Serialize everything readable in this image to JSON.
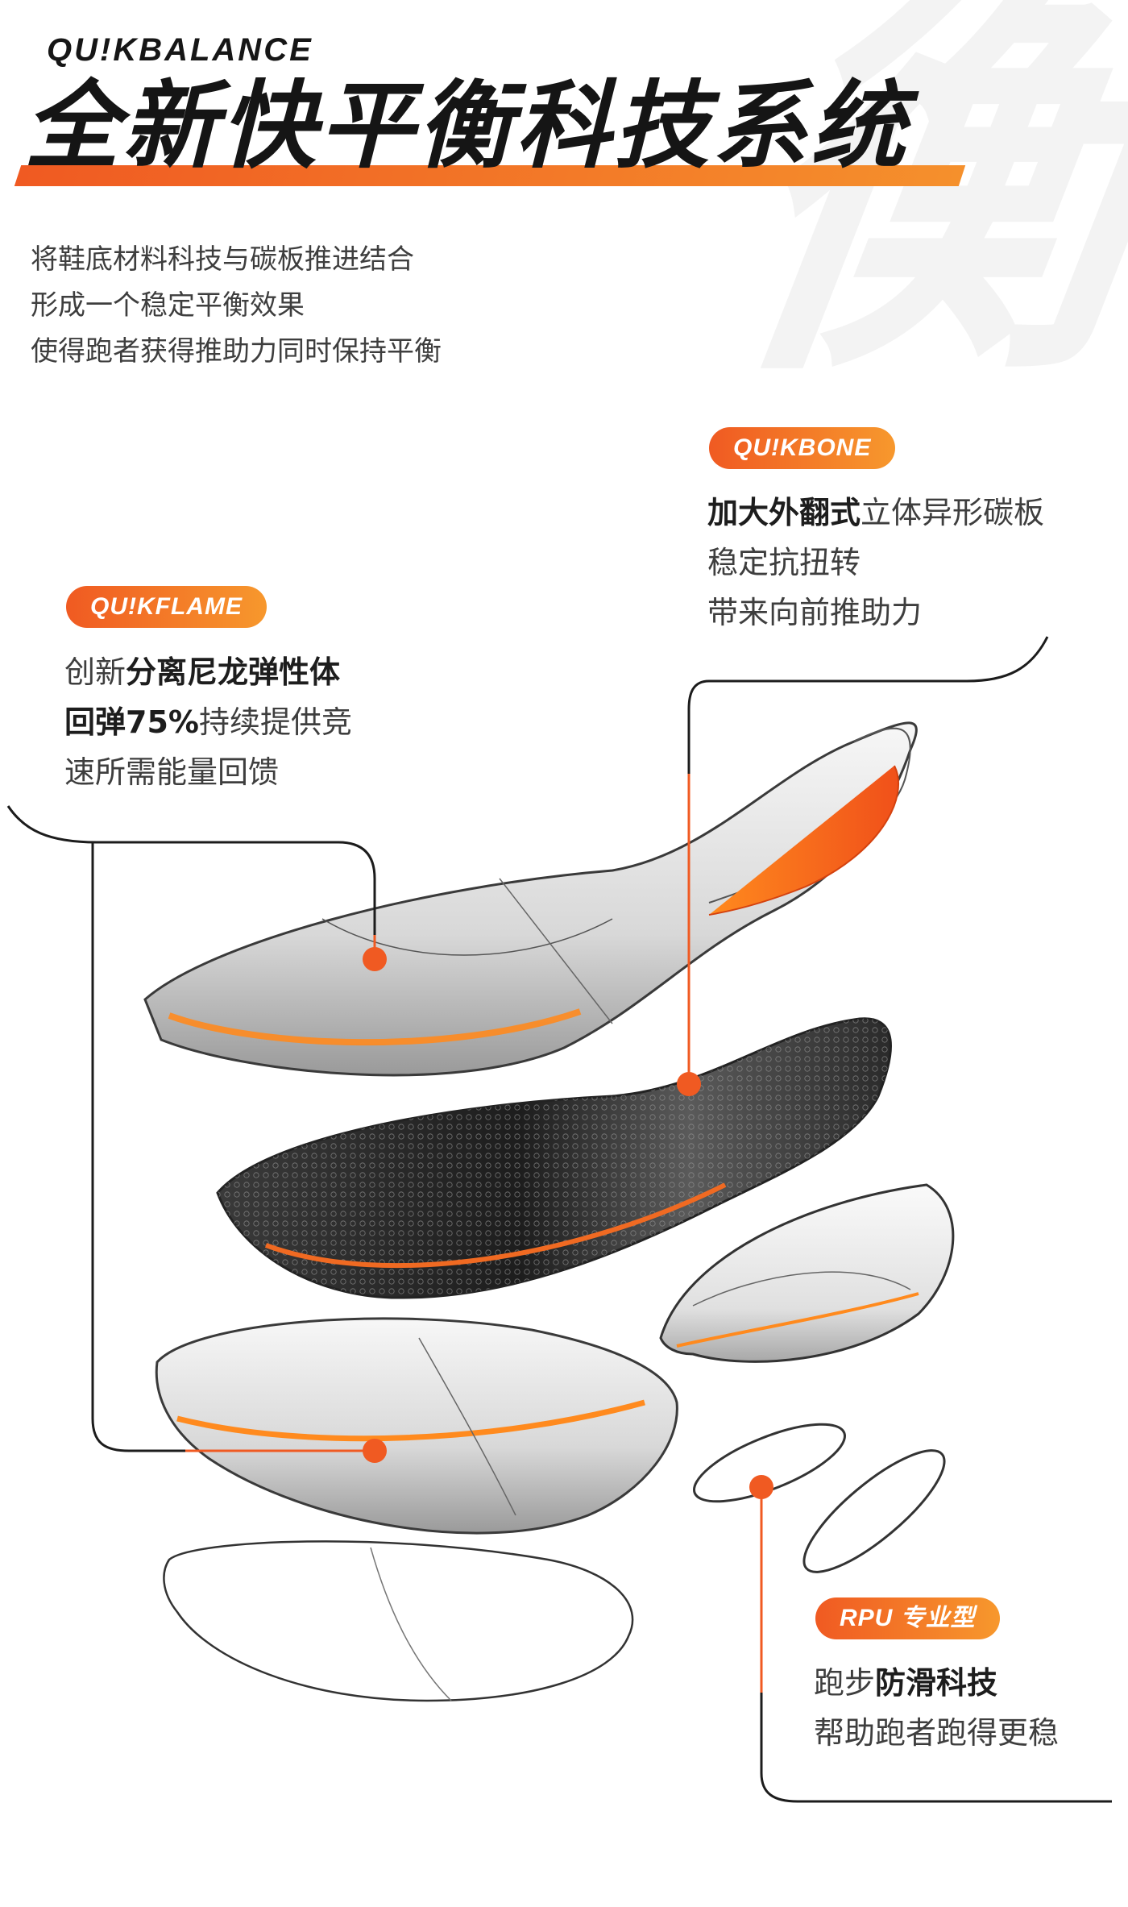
{
  "brand": {
    "logo_text": "QU!KBALANCE"
  },
  "headline": "全新快平衡科技系统",
  "intro": [
    "将鞋底材料科技与碳板推进结合",
    "形成一个稳定平衡效果",
    "使得跑者获得推助力同时保持平衡"
  ],
  "quikbone": {
    "badge": "QU!KBONE",
    "line1_bold": "加大外翻式",
    "line1_rest": "立体异形碳板",
    "line2": "稳定抗扭转",
    "line3": "带来向前推助力"
  },
  "quikflame": {
    "badge": "QU!KFLAME",
    "line1_prefix": "创新",
    "line1_bold": "分离尼龙弹性体",
    "line2_bold": "回弹75%",
    "line2_rest": "持续提供竞",
    "line3": "速所需能量回馈"
  },
  "rpu": {
    "badge": "RPU 专业型",
    "line1_prefix": "跑步",
    "line1_bold": "防滑科技",
    "line2": "帮助跑者跑得更稳"
  },
  "colors": {
    "accent": "#f05a22",
    "accent_light": "#f7982d",
    "text": "#3e3e3e",
    "headline": "#151515"
  }
}
